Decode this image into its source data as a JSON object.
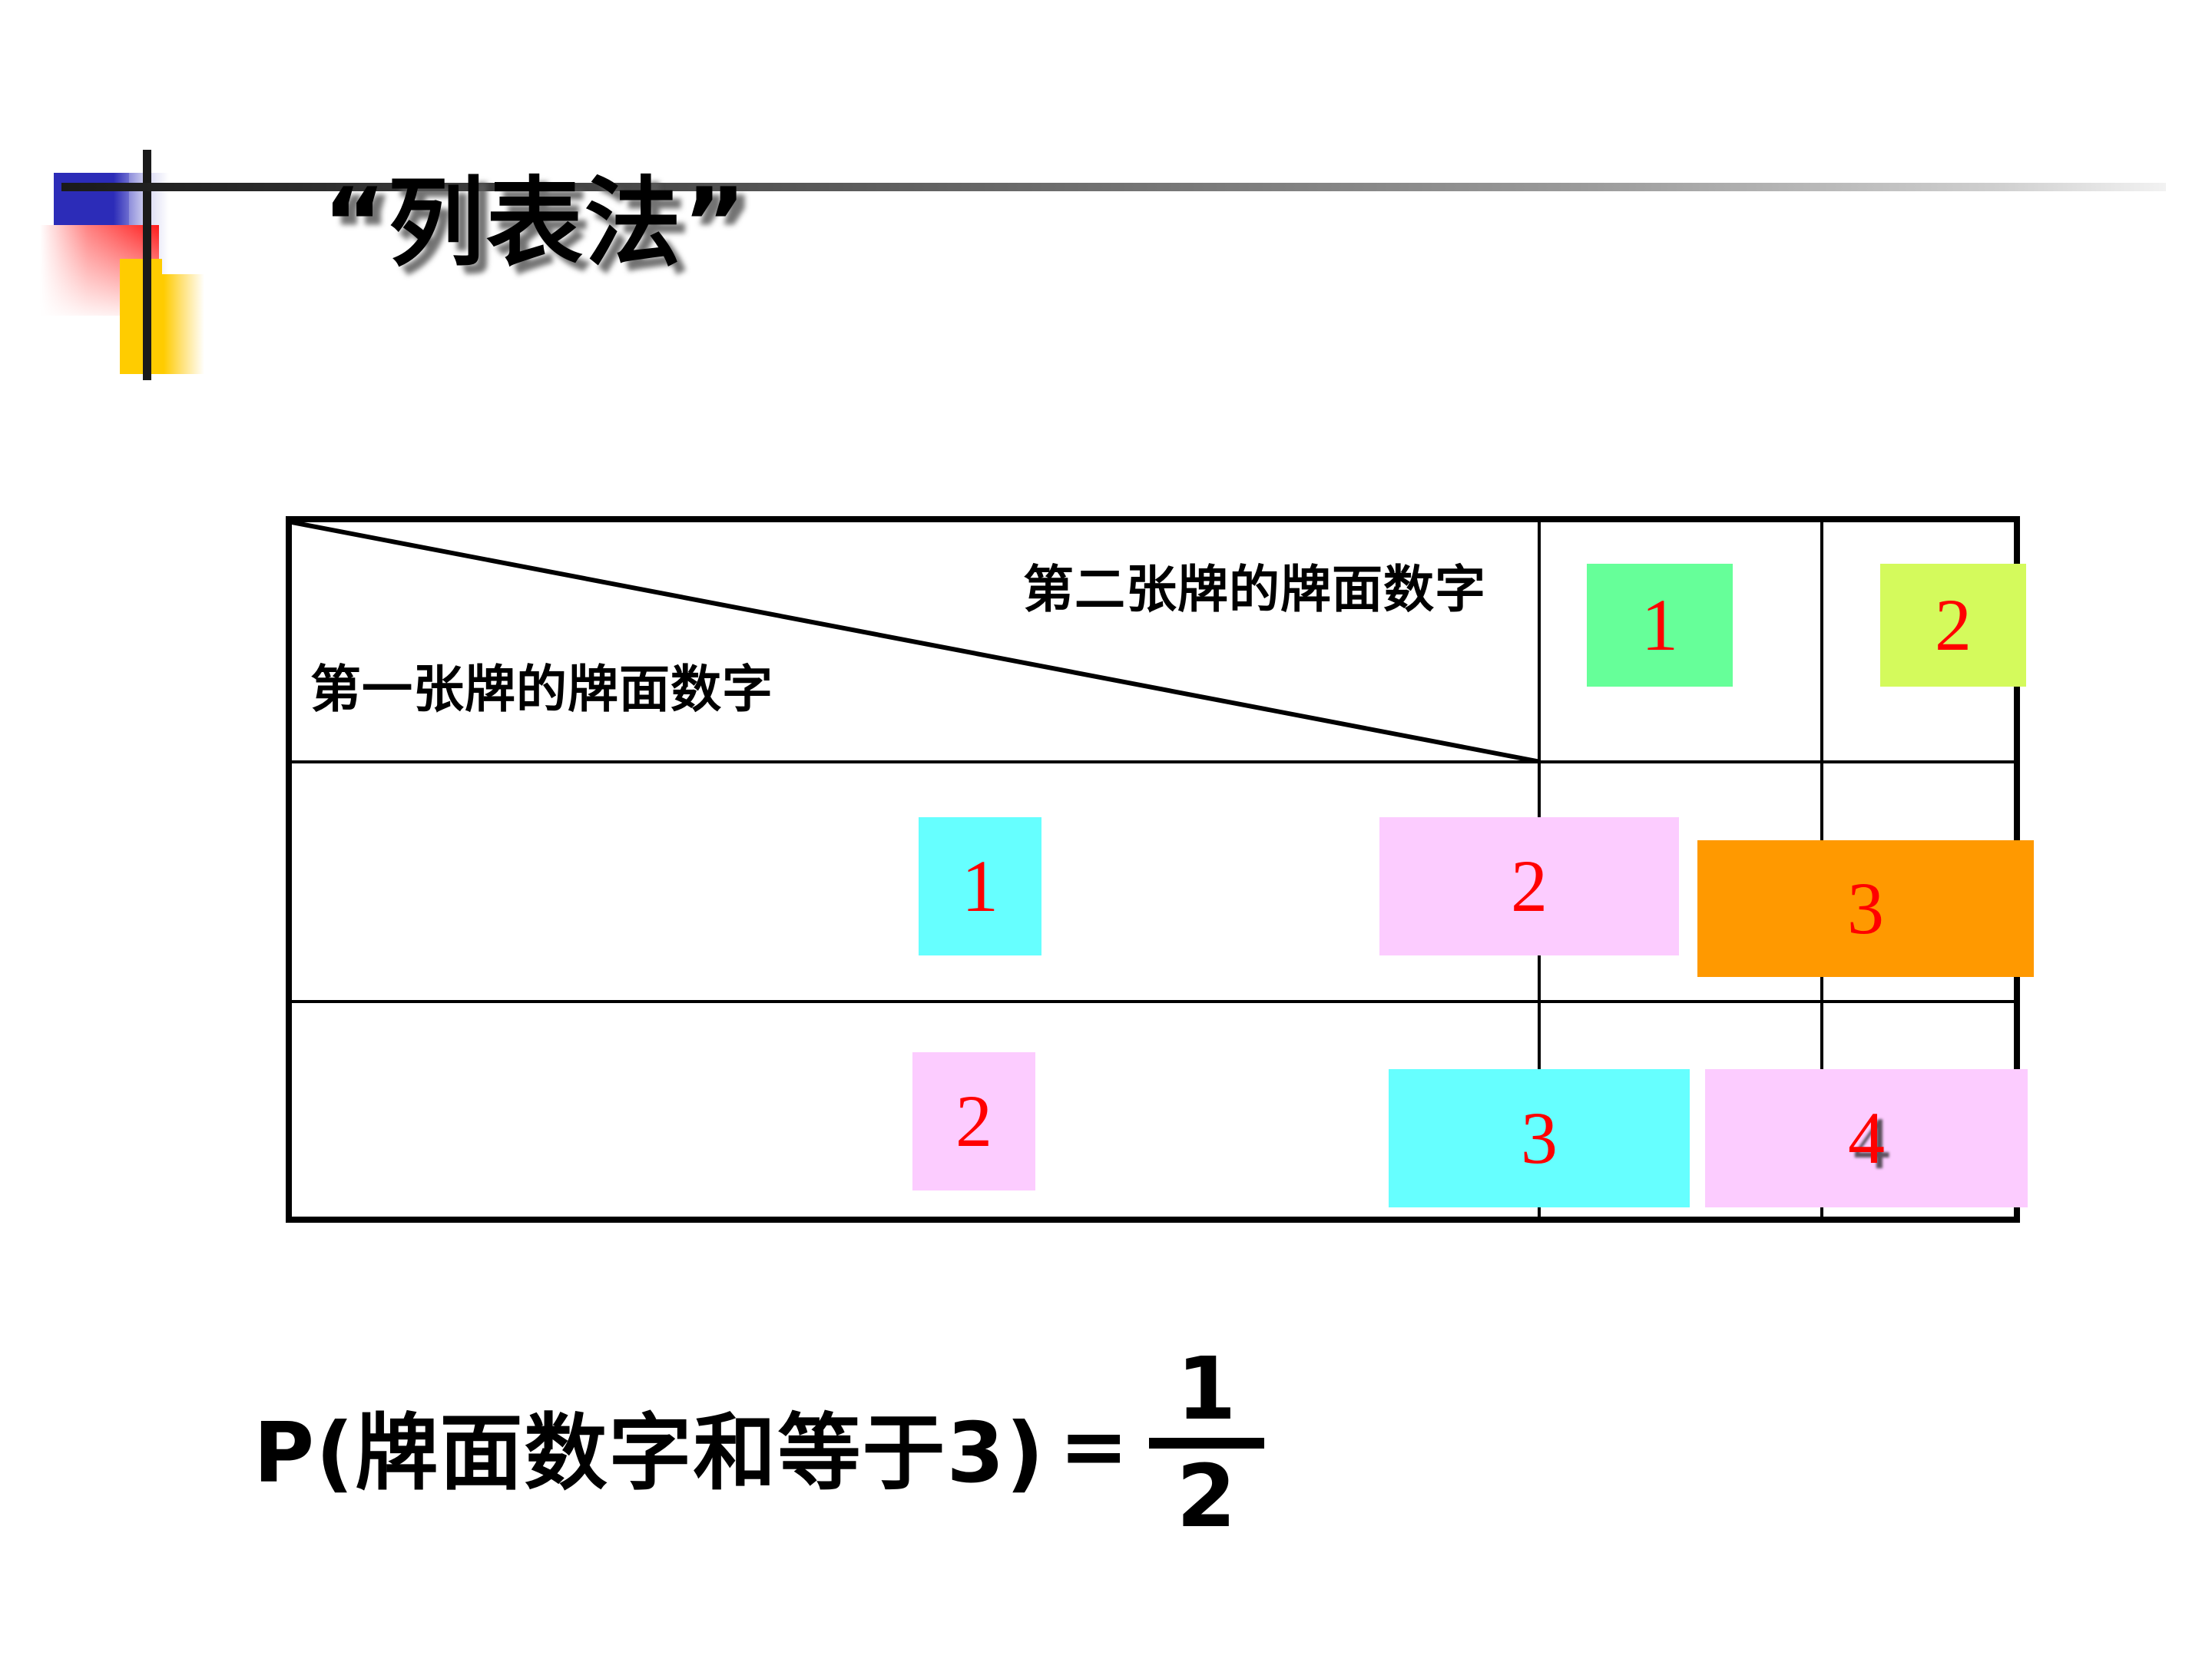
{
  "slide": {
    "title": "“列表法”",
    "background_color": "#FFFFFF"
  },
  "decor": {
    "blue": "#2C2CB8",
    "red": "#FF1A1A",
    "yellow": "#FFCC00",
    "bar": "#1A1A1A"
  },
  "table": {
    "corner": {
      "column_header_label": "第二张牌的牌面数字",
      "row_header_label": "第一张牌的牌面数字"
    },
    "column_headers": [
      {
        "value": "1",
        "bg": "#66FF99"
      },
      {
        "value": "2",
        "bg": "#D4FA5C"
      }
    ],
    "rows": [
      {
        "header": {
          "value": "1",
          "bg": "#66FFFF"
        },
        "cells": [
          {
            "value": "2",
            "bg": "#FCCCFF"
          },
          {
            "value": "3",
            "bg": "#FF9900"
          }
        ]
      },
      {
        "header": {
          "value": "2",
          "bg": "#FCCCFF"
        },
        "cells": [
          {
            "value": "3",
            "bg": "#66FFFF"
          },
          {
            "value": "4",
            "bg": "#FCCCFF"
          }
        ]
      }
    ]
  },
  "formula": {
    "lhs": "P(牌面数字和等于3)",
    "equals": "=",
    "numerator": "1",
    "denominator": "2"
  },
  "chart_data": {
    "type": "table",
    "title": "“列表法”",
    "xlabel": "第二张牌的牌面数字",
    "ylabel": "第一张牌的牌面数字",
    "categories": [
      "1",
      "2"
    ],
    "row_categories": [
      "1",
      "2"
    ],
    "values": [
      [
        2,
        3
      ],
      [
        3,
        4
      ]
    ],
    "annotation": "P(牌面数字和等于3) = 1/2"
  }
}
